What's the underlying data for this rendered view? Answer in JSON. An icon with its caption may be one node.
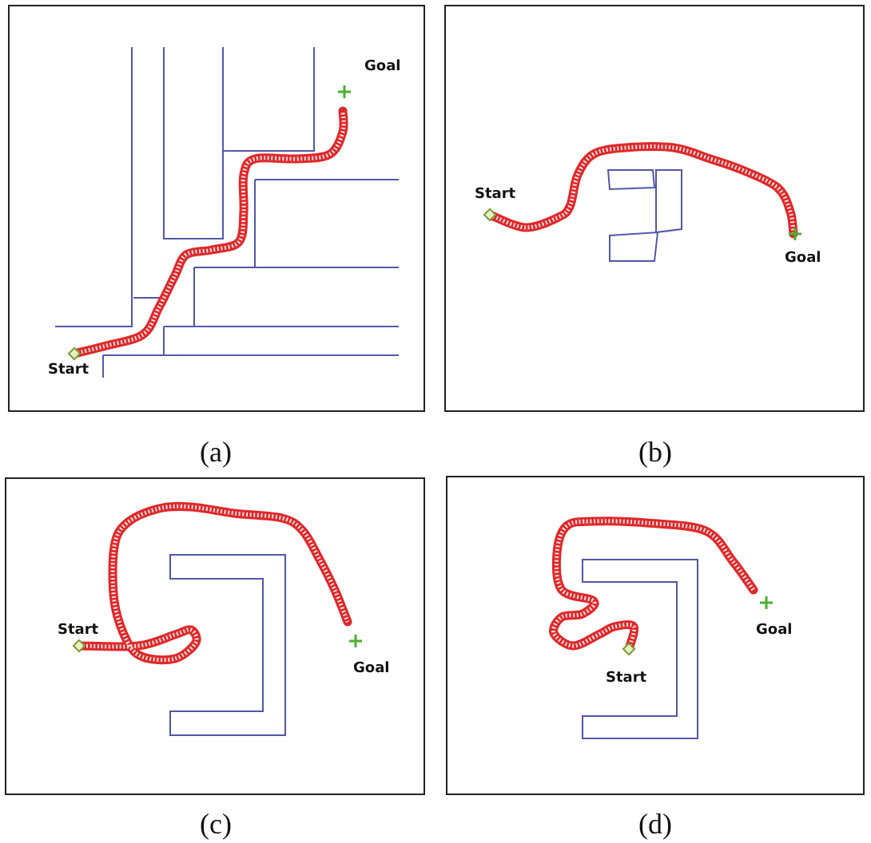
{
  "diagram": {
    "labels": [
      "Goal",
      "Start",
      "Start",
      "Goal",
      "(a)",
      "(b)",
      "Start",
      "Goal",
      "Start",
      "Goal",
      "(c)",
      "(d)"
    ]
  }
}
